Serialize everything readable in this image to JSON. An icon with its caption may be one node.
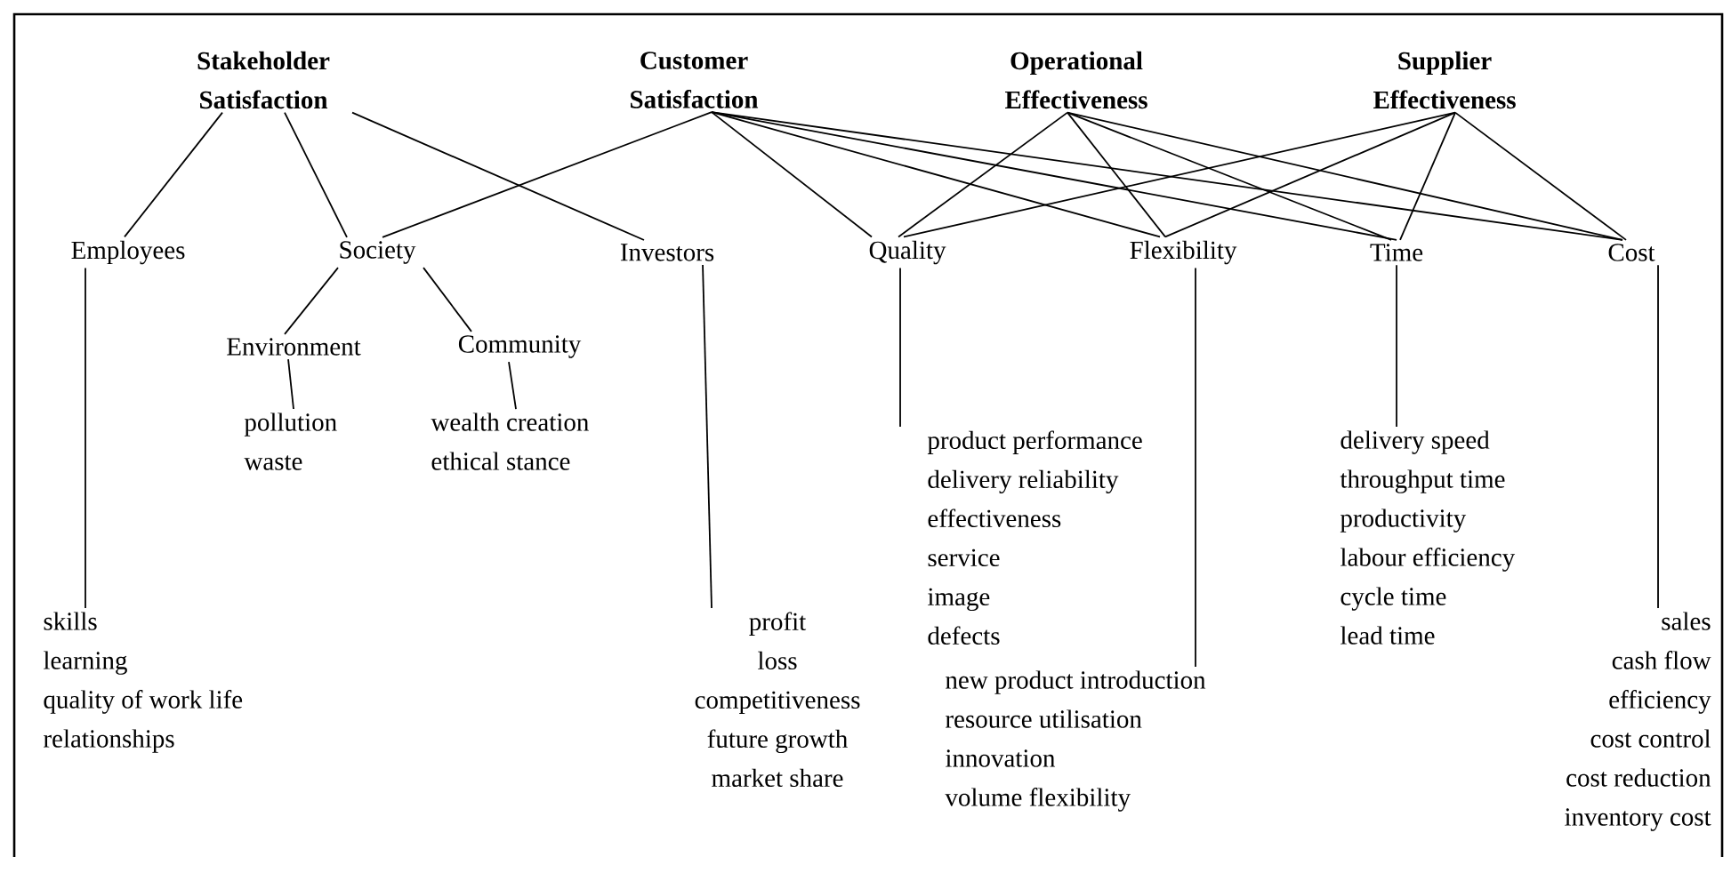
{
  "diagram": {
    "nodes": [
      {
        "text": [
          "Stakeholder Satisfaction"
        ]
      },
      {
        "text": [
          "Customer Satisfaction"
        ]
      },
      {
        "text": [
          "Operational Effectiveness"
        ]
      },
      {
        "text": [
          "Supplier Effectiveness"
        ]
      },
      {
        "text": [
          "Employees"
        ]
      },
      {
        "text": [
          "Society"
        ]
      },
      {
        "text": [
          "Investors"
        ]
      },
      {
        "text": [
          "Quality"
        ]
      },
      {
        "text": [
          "Flexibility"
        ]
      },
      {
        "text": [
          "Time"
        ]
      },
      {
        "text": [
          "Cost"
        ]
      },
      {
        "text": [
          "Environment"
        ]
      },
      {
        "text": [
          "Community"
        ]
      },
      {
        "text": [
          "pollution",
          "waste"
        ]
      },
      {
        "text": [
          "wealth creation",
          "ethical stance"
        ]
      },
      {
        "text": [
          "skills",
          "learning",
          "quality of work life",
          "relationships"
        ]
      },
      {
        "text": [
          "profit",
          "loss",
          "competitiveness",
          "future growth",
          "market share"
        ]
      },
      {
        "text": [
          "product performance",
          "delivery reliability",
          "effectiveness",
          "service",
          "image",
          "defects"
        ]
      },
      {
        "text": [
          "new product introduction",
          "resource utilisation",
          "innovation",
          "volume flexibility"
        ]
      },
      {
        "text": [
          "delivery speed",
          "throughput time",
          "productivity",
          "labour efficiency",
          "cycle time",
          "lead time"
        ]
      },
      {
        "text": [
          "sales",
          "cash flow",
          "efficiency",
          "cost control",
          "cost reduction",
          "inventory cost"
        ]
      }
    ],
    "edges": [
      {
        "from": 0,
        "to": 4,
        "arrow": "none"
      },
      {
        "from": 0,
        "to": 5,
        "arrow": "none"
      },
      {
        "from": 0,
        "to": 6,
        "arrow": "none"
      },
      {
        "from": 1,
        "to": 5,
        "arrow": "none"
      },
      {
        "from": 1,
        "to": 7,
        "arrow": "none"
      },
      {
        "from": 1,
        "to": 8,
        "arrow": "none"
      },
      {
        "from": 1,
        "to": 9,
        "arrow": "none"
      },
      {
        "from": 1,
        "to": 10,
        "arrow": "none"
      },
      {
        "from": 2,
        "to": 7,
        "arrow": "none"
      },
      {
        "from": 2,
        "to": 8,
        "arrow": "none"
      },
      {
        "from": 2,
        "to": 9,
        "arrow": "none"
      },
      {
        "from": 2,
        "to": 10,
        "arrow": "none"
      },
      {
        "from": 3,
        "to": 7,
        "arrow": "none"
      },
      {
        "from": 3,
        "to": 8,
        "arrow": "none"
      },
      {
        "from": 3,
        "to": 9,
        "arrow": "none"
      },
      {
        "from": 3,
        "to": 10,
        "arrow": "none"
      },
      {
        "from": 5,
        "to": 11,
        "arrow": "none"
      },
      {
        "from": 5,
        "to": 12,
        "arrow": "none"
      },
      {
        "from": 11,
        "to": 13,
        "arrow": "none"
      },
      {
        "from": 12,
        "to": 14,
        "arrow": "none"
      },
      {
        "from": 4,
        "to": 15,
        "arrow": "none"
      },
      {
        "from": 6,
        "to": 16,
        "arrow": "none"
      },
      {
        "from": 7,
        "to": 17,
        "arrow": "none"
      },
      {
        "from": 8,
        "to": 18,
        "arrow": "none"
      },
      {
        "from": 9,
        "to": 19,
        "arrow": "none"
      },
      {
        "from": 10,
        "to": 20,
        "arrow": "none"
      }
    ]
  }
}
